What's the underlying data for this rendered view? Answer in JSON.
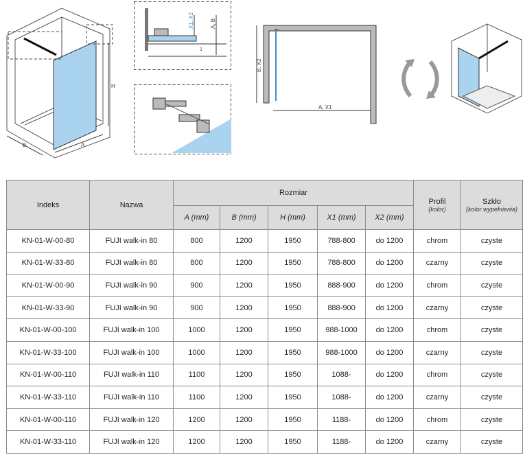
{
  "colors": {
    "glass": "#a9d3ef",
    "line": "#333333",
    "frame": "#888888",
    "header_bg": "#dcdcdc"
  },
  "diagram_labels": {
    "fig1_b": "B",
    "fig1_a": "A",
    "fig1_h": "H",
    "fig2_x1x2": "X1, X2",
    "fig2_ab": "A, B",
    "fig2_one": "1",
    "fig4_b_x2": "B, X2",
    "fig4_a_x1": "A, X1"
  },
  "table": {
    "headers": {
      "indeks": "Indeks",
      "nazwa": "Nazwa",
      "rozmiar": "Rozmiar",
      "profil": "Profil",
      "profil_sub": "(kolor)",
      "szklo": "Szkło",
      "szklo_sub": "(kolor wypełnienia)"
    },
    "sub_headers": [
      "A (mm)",
      "B (mm)",
      "H (mm)",
      "X1 (mm)",
      "X2 (mm)"
    ],
    "rows": [
      [
        "KN-01-W-00-80",
        "FUJI walk-in 80",
        "800",
        "1200",
        "1950",
        "788-800",
        "do 1200",
        "chrom",
        "czyste"
      ],
      [
        "KN-01-W-33-80",
        "FUJI walk-in 80",
        "800",
        "1200",
        "1950",
        "788-800",
        "do 1200",
        "czarny",
        "czyste"
      ],
      [
        "KN-01-W-00-90",
        "FUJI walk-in 90",
        "900",
        "1200",
        "1950",
        "888-900",
        "do 1200",
        "chrom",
        "czyste"
      ],
      [
        "KN-01-W-33-90",
        "FUJI walk-in 90",
        "900",
        "1200",
        "1950",
        "888-900",
        "do 1200",
        "czarny",
        "czyste"
      ],
      [
        "KN-01-W-00-100",
        "FUJI walk-in 100",
        "1000",
        "1200",
        "1950",
        "988-1000",
        "do 1200",
        "chrom",
        "czyste"
      ],
      [
        "KN-01-W-33-100",
        "FUJI walk-in 100",
        "1000",
        "1200",
        "1950",
        "988-1000",
        "do 1200",
        "czarny",
        "czyste"
      ],
      [
        "KN-01-W-00-110",
        "FUJI walk-in 110",
        "1100",
        "1200",
        "1950",
        "1088-",
        "do 1200",
        "chrom",
        "czyste"
      ],
      [
        "KN-01-W-33-110",
        "FUJI walk-in 110",
        "1100",
        "1200",
        "1950",
        "1088-",
        "do 1200",
        "czarny",
        "czyste"
      ],
      [
        "KN-01-W-00-110",
        "FUJI walk-in 120",
        "1200",
        "1200",
        "1950",
        "1188-",
        "do 1200",
        "chrom",
        "czyste"
      ],
      [
        "KN-01-W-33-110",
        "FUJI walk-in 120",
        "1200",
        "1200",
        "1950",
        "1188-",
        "do 1200",
        "czarny",
        "czyste"
      ]
    ]
  }
}
